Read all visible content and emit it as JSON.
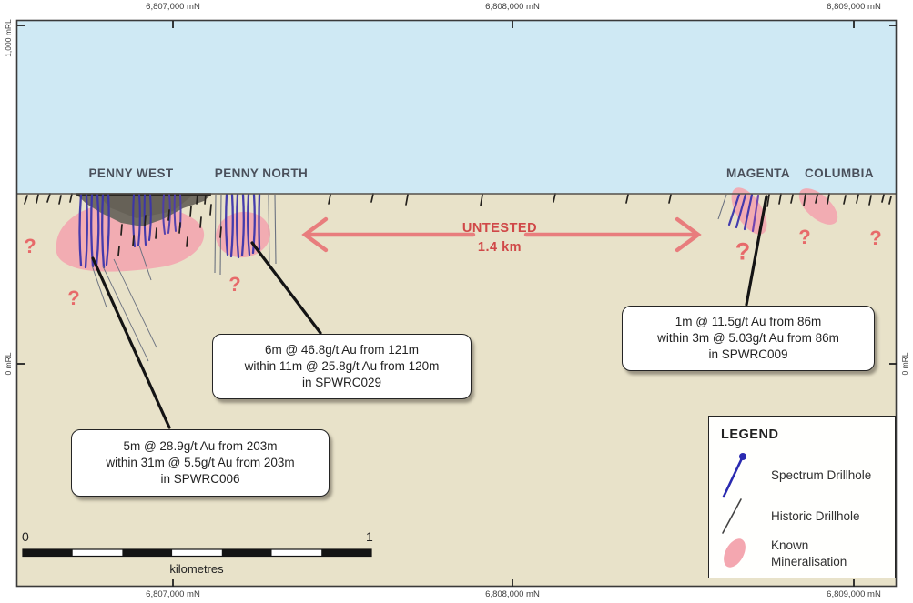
{
  "figure": {
    "description": "Geological long-section with drillholes and mineralisation"
  },
  "axis": {
    "top": [
      "6,807,000 mN",
      "6,808,000 mN",
      "6,809,000 mN"
    ],
    "bottom": [
      "6,807,000 mN",
      "6,808,000 mN",
      "6,809,000 mN"
    ],
    "left": [
      "1,000 mRL",
      "0 mRL"
    ],
    "right": [
      "0 mRL"
    ]
  },
  "prospects": {
    "penny_west": "PENNY WEST",
    "penny_north": "PENNY NORTH",
    "magenta": "MAGENTA",
    "columbia": "COLUMBIA"
  },
  "untested": {
    "label": "UNTESTED",
    "distance": "1.4 km"
  },
  "question_mark": "?",
  "callouts": {
    "spwrc006": {
      "line1": "5m @ 28.9g/t Au from 203m",
      "line2": "within 31m @ 5.5g/t Au from 203m",
      "line3": "in SPWRC006"
    },
    "spwrc029": {
      "line1": "6m @ 46.8g/t Au from 121m",
      "line2": "within 11m @ 25.8g/t Au from 120m",
      "line3": "in SPWRC029"
    },
    "spwrc009": {
      "line1": "1m @ 11.5g/t Au from 86m",
      "line2": "within 3m @ 5.03g/t Au from 86m",
      "line3": "in SPWRC009"
    }
  },
  "legend": {
    "title": "LEGEND",
    "spectrum": "Spectrum Drillhole",
    "historic": "Historic Drillhole",
    "known": "Known Mineralisation"
  },
  "scalebar": {
    "start": "0",
    "end": "1",
    "unit": "kilometres"
  },
  "colors": {
    "sky": "#cfe9f4",
    "ground": "#e8e2c9",
    "mineralisation": "#f4a7b0",
    "accent_red": "#e06a6a",
    "drill_blue": "#3a34ac",
    "pit_grey": "#716c62"
  }
}
